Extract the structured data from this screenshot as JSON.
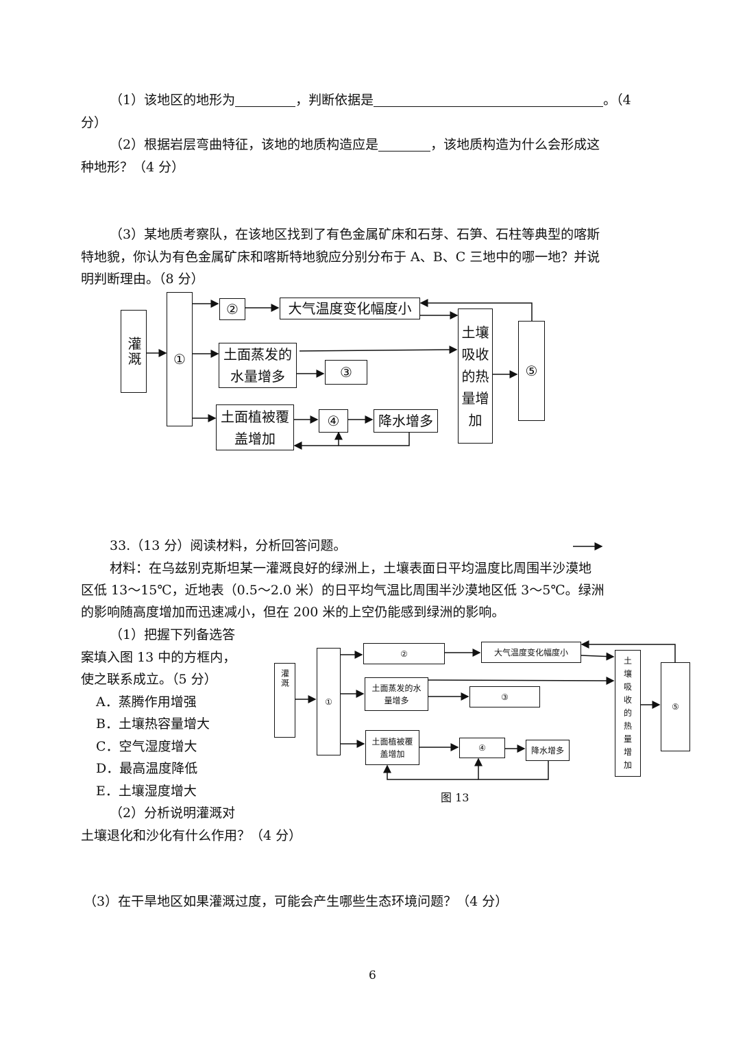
{
  "q32": {
    "p1_a": "（1）该地区的地形为",
    "p1_b": "，判断依据是",
    "p1_c": "。（4",
    "p1_d": "分）",
    "p2_a": "（2）根据岩层弯曲特征，该地的地质构造应是",
    "p2_b": "，该地质构造为什么会形成这",
    "p2_c": "种地形？（4 分）",
    "p3_l1": "（3）某地质考察队，在该地区找到了有色金属矿床和石芽、石笋、石柱等典型的喀斯",
    "p3_l2": "特地貌，你认为有色金属矿床和喀斯特地貌应分别分布于 A、B、C 三地中的哪一地？并说",
    "p3_l3": "明判断理由。（8 分）"
  },
  "diagram": {
    "irrigation": "灌溉",
    "n1": "①",
    "n2": "②",
    "n3": "③",
    "n4": "④",
    "n5": "⑤",
    "temp_range": "大气温度变化幅度小",
    "evap": "土面蒸发的水量增多",
    "veg": "土面植被覆盖增加",
    "rain": "降水增多",
    "soil_heat": "土壤吸收的热量增加"
  },
  "q33": {
    "title": "33.（13 分）阅读材料，分析回答问题。",
    "m1": "材料：在乌兹别克斯坦某一灌溉良好的绿洲上，土壤表面日平均温度比周围半沙漠地",
    "m2": "区低 13～15℃，近地表（0.5～2.0 米）的日平均气温比周围半沙漠地区低 3～5℃。绿洲",
    "m3": "的影响随高度增加而迅速减小，但在 200 米的上空仍能感到绿洲的影响。",
    "s1_l1": "（1）把握下列备选答",
    "s1_l2": "案填入图 13 中的方框内，",
    "s1_l3": "使之联系成立。（5 分）",
    "options": [
      "A．蒸腾作用增强",
      "B．土壤热容量增大",
      "C．空气湿度增大",
      "D．最高温度降低",
      "E．土壤湿度增大"
    ],
    "s2_l1": "（2）分析说明灌溉对",
    "s2_l2": "土壤退化和沙化有什么作用？（4 分）",
    "s3": "（3）在干旱地区如果灌溉过度，可能会产生哪些生态环境问题？（4 分）",
    "fig_caption": "图 13"
  },
  "page_number": "6"
}
